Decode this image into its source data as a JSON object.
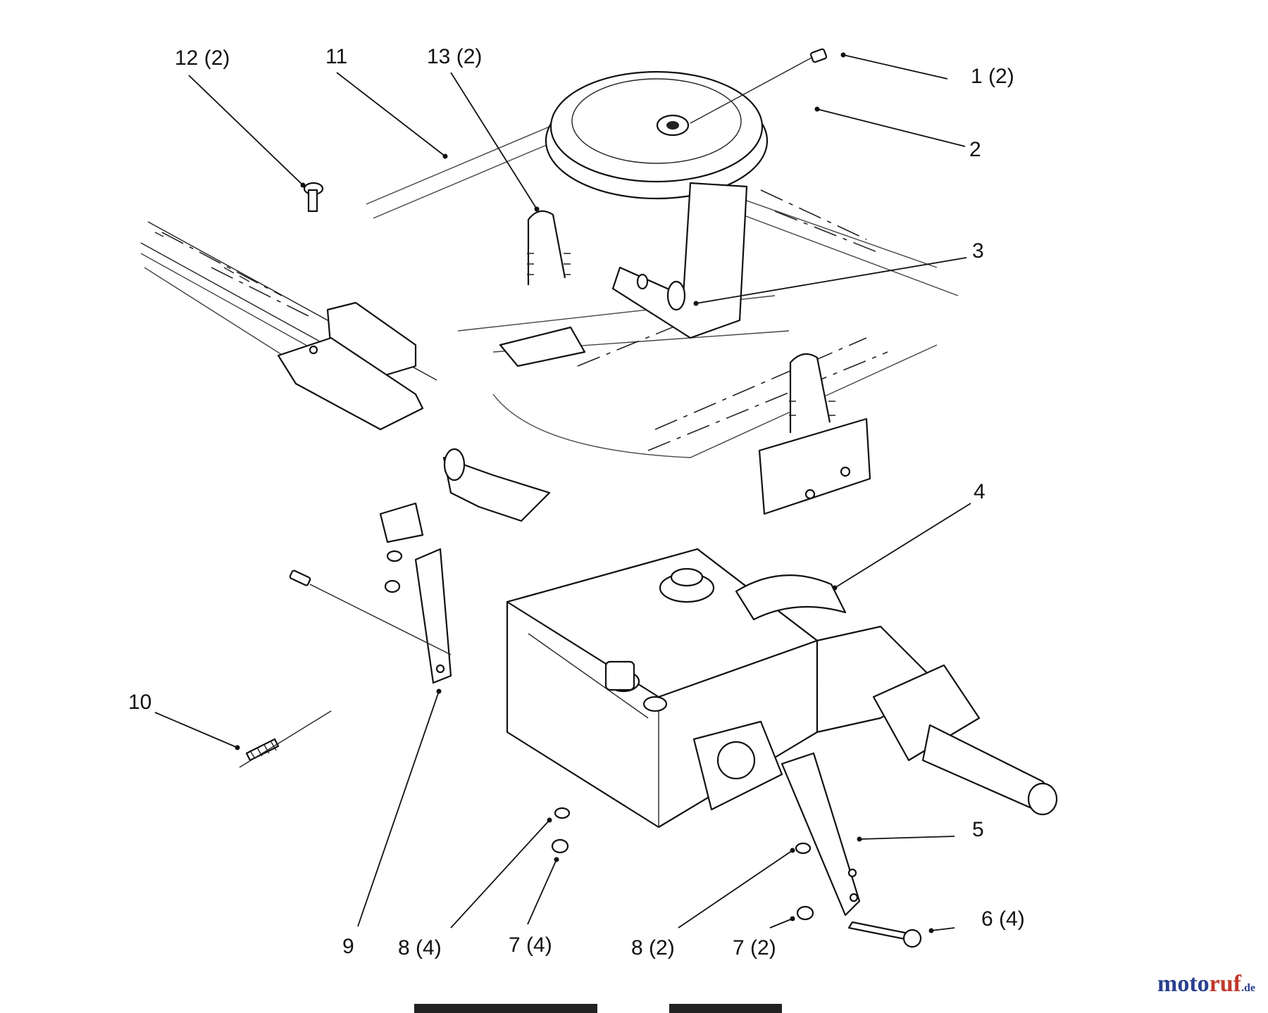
{
  "labels": [
    {
      "id": "l-12",
      "text": "12 (2)"
    },
    {
      "id": "l-11",
      "text": "11"
    },
    {
      "id": "l-13",
      "text": "13 (2)"
    },
    {
      "id": "l-1",
      "text": "1 (2)"
    },
    {
      "id": "l-2",
      "text": "2"
    },
    {
      "id": "l-3",
      "text": "3"
    },
    {
      "id": "l-4",
      "text": "4"
    },
    {
      "id": "l-10",
      "text": "10"
    },
    {
      "id": "l-5",
      "text": "5"
    },
    {
      "id": "l-6",
      "text": "6 (4)"
    },
    {
      "id": "l-9",
      "text": "9"
    },
    {
      "id": "l-8a",
      "text": "8 (4)"
    },
    {
      "id": "l-7a",
      "text": "7 (4)"
    },
    {
      "id": "l-8b",
      "text": "8 (2)"
    },
    {
      "id": "l-7b",
      "text": "7 (2)"
    }
  ],
  "watermark": {
    "part1": "moto",
    "part2": "ruf",
    "part3": ".de"
  },
  "colors": {
    "ink": "#111111",
    "watermark_blue": "#2a3f8f",
    "watermark_red": "#c0392b"
  }
}
